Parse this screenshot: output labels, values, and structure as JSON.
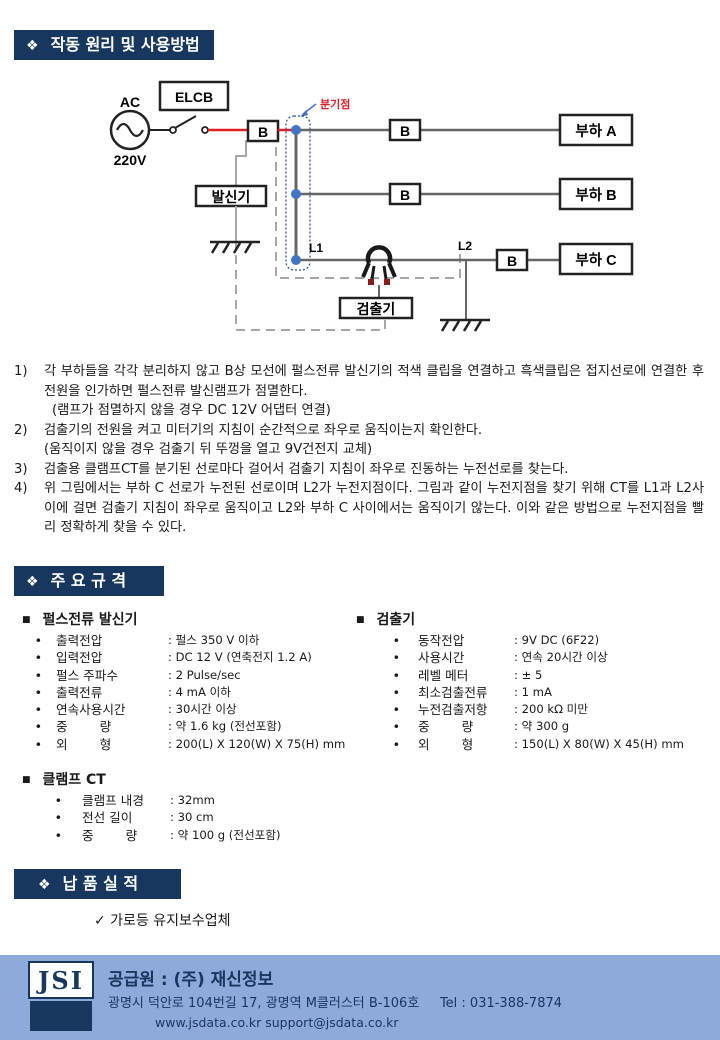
{
  "sections": {
    "principle": "작동 원리 및 사용방법",
    "specs": "주 요 규 격",
    "delivery": "납 품 실 적"
  },
  "diagram": {
    "ac_label": "AC",
    "voltage_label": "220V",
    "elcb_label": "ELCB",
    "breaker_label": "B",
    "branch_point_label": "분기점",
    "transmitter_label": "발신기",
    "detector_label": "검출기",
    "l1_label": "L1",
    "l2_label": "L2",
    "load_a": "부하 A",
    "load_b": "부하 B",
    "load_c": "부하 C",
    "colors": {
      "red_line": "#e11d24",
      "wire": "#666666",
      "dashed": "#a6a6a6",
      "node": "#4472c4",
      "clamp": "#8b1a1a"
    }
  },
  "steps": [
    {
      "num": "1)",
      "lines": [
        "각 부하들을 각각 분리하지 않고 B상 모선에 펄스전류 발신기의 적색 클립을 연결하고 흑색클립은 접지선로에 연결한 후 전원을 인가하면 펄스전류 발신램프가 점멸한다.",
        "(램프가 점멸하지 않을 경우 DC 12V 어댑터 연결)"
      ]
    },
    {
      "num": "2)",
      "lines": [
        "검출기의 전원을 켜고 미터기의 지침이 순간적으로 좌우로 움직이는지 확인한다.",
        "(움직이지 않을 경우 검출기 뒤 뚜껑을 열고 9V건전지 교체)"
      ]
    },
    {
      "num": "3)",
      "lines": [
        "검출용 클램프CT를 분기된 선로마다 걸어서 검출기 지침이 좌우로 진동하는 누전선로를 찾는다."
      ]
    },
    {
      "num": "4)",
      "lines": [
        "위 그림에서는 부하 C 선로가 누전된 선로이며 L2가 누전지점이다. 그림과 같이 누전지점을 찾기 위해 CT를 L1과 L2사이에 걸면 검출기 지침이 좌우로 움직이고 L2와 부하 C 사이에서는 움직이기 않는다. 이와 같은 방법으로 누전지점을 빨리 정확하게 찾을 수 있다."
      ]
    }
  ],
  "transmitter": {
    "title": "펄스전류 발신기",
    "items": [
      {
        "label": "출력전압",
        "value": ": 펄스 350 V 이하"
      },
      {
        "label": "입력전압",
        "value": ": DC 12 V (연축전지 1.2 A)"
      },
      {
        "label": "펄스 주파수",
        "value": ": 2 Pulse/sec"
      },
      {
        "label": "출력전류",
        "value": ": 4 mA 이하"
      },
      {
        "label": "연속사용시간",
        "value": ": 30시간 이상"
      },
      {
        "label": "중        량",
        "value": ": 약 1.6 kg (전선포함)"
      },
      {
        "label": "외        형",
        "value": ": 200(L) X 120(W) X 75(H) mm"
      }
    ]
  },
  "detector": {
    "title": "검출기",
    "items": [
      {
        "label": "동작전압",
        "value": ": 9V DC (6F22)"
      },
      {
        "label": "사용시간",
        "value": ": 연속 20시간 이상"
      },
      {
        "label": "레벨 메터",
        "value": ": ± 5"
      },
      {
        "label": "최소검출전류",
        "value": ": 1 mA"
      },
      {
        "label": "누전검출저항",
        "value": ": 200 kΩ 미만"
      },
      {
        "label": "중        량",
        "value": ": 약 300 g"
      },
      {
        "label": "외        형",
        "value": ": 150(L) X 80(W) X 45(H) mm"
      }
    ]
  },
  "clamp": {
    "title": "클램프 CT",
    "items": [
      {
        "label": "클램프 내경",
        "value": ": 32mm"
      },
      {
        "label": "전선 길이",
        "value": ": 30 cm"
      },
      {
        "label": "중        량",
        "value": ": 약 100 g (전선포함)"
      }
    ]
  },
  "delivery_item": "✓ 가로등 유지보수업체",
  "footer": {
    "logo": "JSI",
    "supplier": "공급원 : (주) 재신정보",
    "address": "광명시 덕안로 104번길 17, 광명역 M클러스터 B-106호     Tel : 031-388-7874",
    "contact": "www.jsdata.co.kr  support@jsdata.co.kr"
  }
}
